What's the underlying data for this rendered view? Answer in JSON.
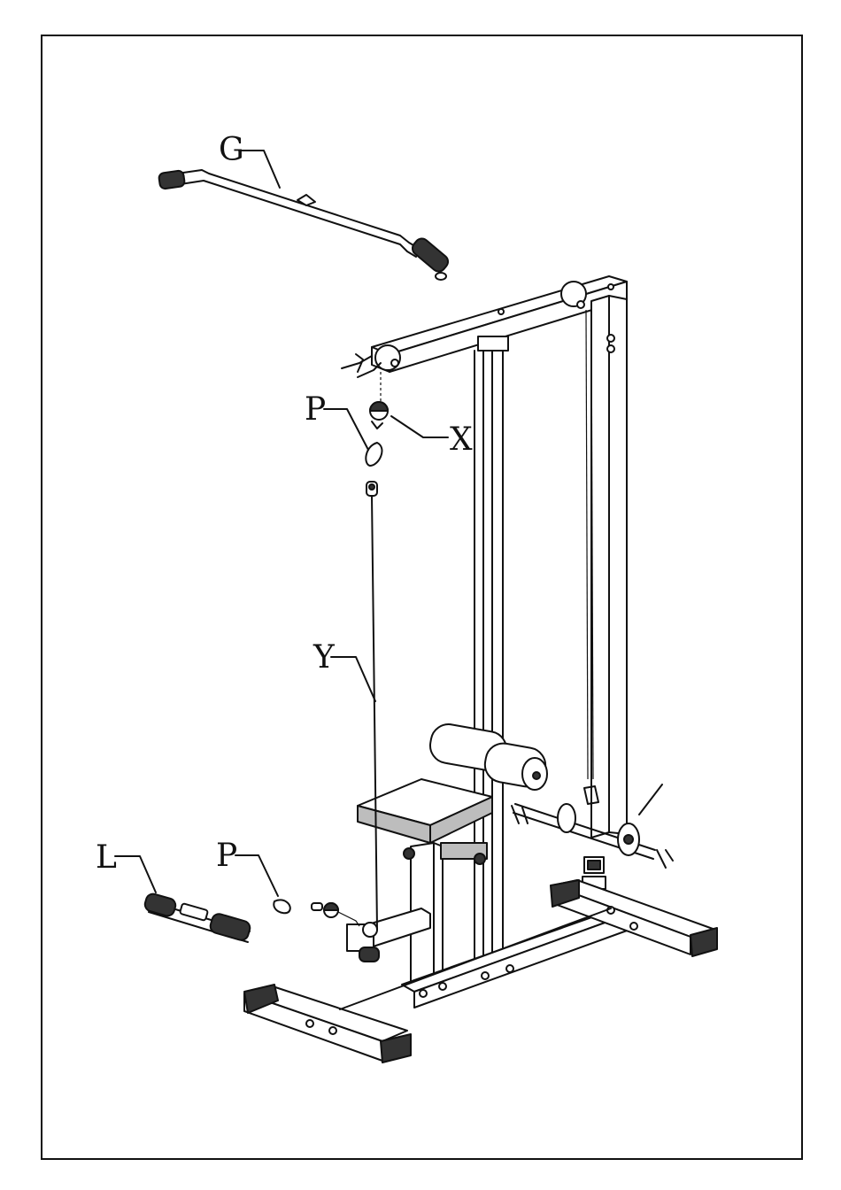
{
  "labels": {
    "g": "G",
    "x": "X",
    "p_top": "P",
    "y": "Y",
    "l": "L",
    "p_bottom": "P"
  }
}
